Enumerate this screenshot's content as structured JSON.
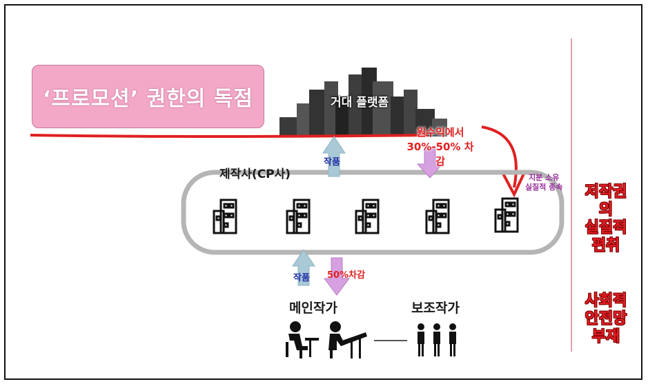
{
  "promo": {
    "label": "‘프로모션’ 권한의 독점"
  },
  "platform": {
    "label": "거대 플랫폼"
  },
  "revenue_cut": {
    "line1": "원수익에서",
    "line2": "30%-50% 차감"
  },
  "works_up_top": "작품",
  "producer": {
    "label": "제작사(CP사)"
  },
  "equity": {
    "line1": "지분 소유",
    "line2": "실질적 종속"
  },
  "works_up_bottom": "작품",
  "author_cut": "50%차감",
  "main_writer": "메인작가",
  "assistant_writer": "보조작가",
  "side_labels": {
    "copyright": [
      "저작권의",
      "실질적",
      "편취"
    ],
    "safety": [
      "사회적",
      "안전망",
      "부재"
    ]
  },
  "colors": {
    "promo_fill": "#f3a8c8",
    "red_line": "#e02020",
    "up_arrow": "#a9c9d6",
    "down_arrow": "#d7a0e0",
    "loop": "#b5b5b5"
  }
}
